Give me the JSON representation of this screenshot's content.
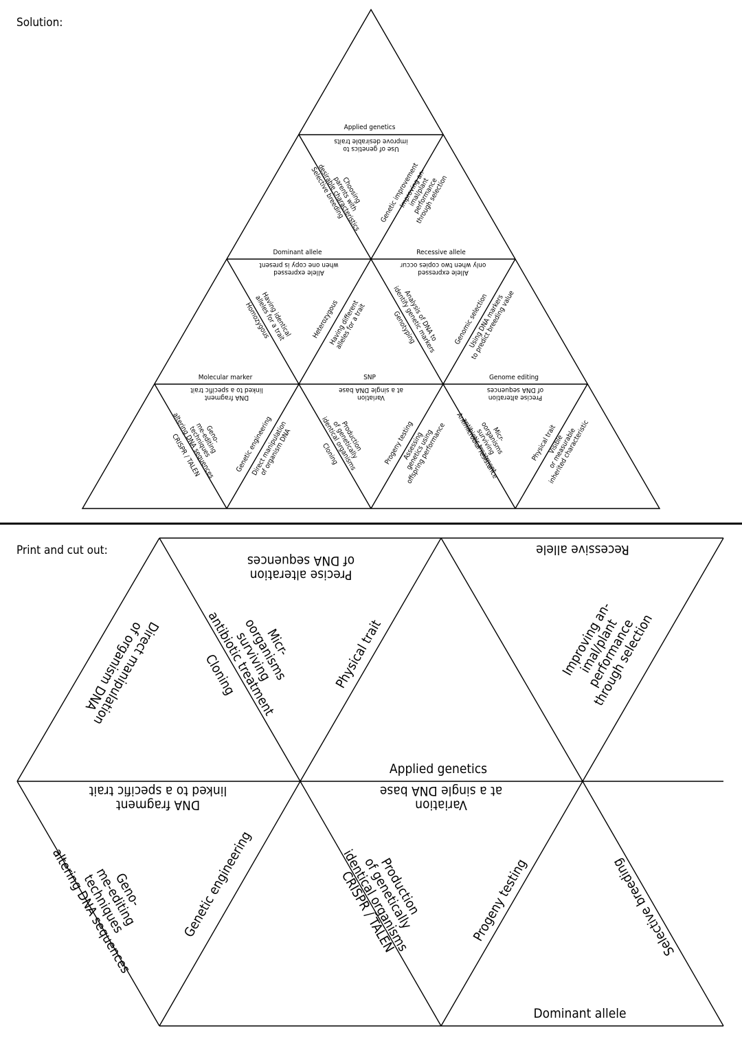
{
  "solution": {
    "heading": "Solution:",
    "labels": {
      "t1_top": "Applied genetics",
      "t1_top_def": [
        "Use of genetics to",
        "improve desirable traits"
      ],
      "t1_left_term": "Selective breeding",
      "t1_left_def": [
        "Choosing",
        "parents with",
        "desirable characteristics"
      ],
      "t1_right_term": "Genetic improvement",
      "t1_right_def": [
        "Improving an-",
        "imal/plant",
        "performance",
        "through selection"
      ],
      "t2a_top": "Dominant allele",
      "t2a_top_def": [
        "Allele expressed",
        "when one copy is present"
      ],
      "t2a_left_term": "Homozygous",
      "t2a_left_def": [
        "Having identical",
        "alleles for a trait"
      ],
      "t2a_right_term": "Heterozygous",
      "t2a_right_def": [
        "Having different",
        "alleles for a trait"
      ],
      "t2b_top": "Recessive allele",
      "t2b_top_def": [
        "Allele expressed",
        "only when two copies occur"
      ],
      "t2b_left_term": "Genotyping",
      "t2b_left_def": [
        "Analysis of DNA to",
        "identify genetic markers"
      ],
      "t2b_right_term": "Genomic selection",
      "t2b_right_def": [
        "Using DNA markers",
        "to predict breeding value"
      ],
      "t3a_top": "Molecular marker",
      "t3a_top_def": [
        "DNA fragment",
        "linked to a specific trait"
      ],
      "t3a_left_term": "CRISPR / TALEN",
      "t3a_left_def": [
        "Geno-",
        "me-editing",
        "techniques",
        "altering DNA sequences"
      ],
      "t3a_right_term": "Genetic engineering",
      "t3a_right_def": [
        "Direct manipulation",
        "of organism DNA"
      ],
      "t3b_top": "SNP",
      "t3b_top_def": [
        "Variation",
        "at a single DNA base"
      ],
      "t3b_left_term": "Cloning",
      "t3b_left_def": [
        "Production",
        "of genetically",
        "identical organisms"
      ],
      "t3b_right_term": "Progeny testing",
      "t3b_right_def": [
        "Assessing",
        "genetics using",
        "offspring performance"
      ],
      "t3c_top": "Genome editing",
      "t3c_top_def": [
        "Precise alteration",
        "of DNA sequences"
      ],
      "t3c_left_term": "Antimicrobial resistance",
      "t3c_left_def": [
        "Micr-",
        "oorganisms",
        "surviving",
        "antibiotic treatment"
      ],
      "t3c_right_term": "Physical trait",
      "t3c_right_def": [
        "Visible",
        "or measurable",
        "inherited characteristic"
      ]
    }
  },
  "cutout": {
    "heading": "Print and cut out:",
    "labels": {
      "precise_def": [
        "Precise alteration",
        "of DNA sequences"
      ],
      "recessive": "Recessive allele",
      "direct_def": [
        "Direct manipulation",
        "of organism DNA"
      ],
      "micro_def": [
        "Micr-",
        "oorganisms",
        "surviving",
        "antibiotic treatment"
      ],
      "cloning": "Cloning",
      "physical": "Physical trait",
      "improving_def": [
        "Improving an-",
        "imal/plant",
        "performance",
        "through selection"
      ],
      "applied": "Applied genetics",
      "dna_fragment_def": [
        "DNA fragment",
        "linked to a specific trait"
      ],
      "variation_def": [
        "Variation",
        "at a single DNA base"
      ],
      "genome_def": [
        "Geno-",
        "me-editing",
        "techniques",
        "altering DNA sequences"
      ],
      "genetic_eng": "Genetic engineering",
      "production_def": [
        "Production",
        "of genetically",
        "identical organisms"
      ],
      "crispr": "CRISPR / TALEN",
      "progeny": "Progeny testing",
      "selective": "Selective breeding",
      "dominant": "Dominant allele"
    }
  }
}
